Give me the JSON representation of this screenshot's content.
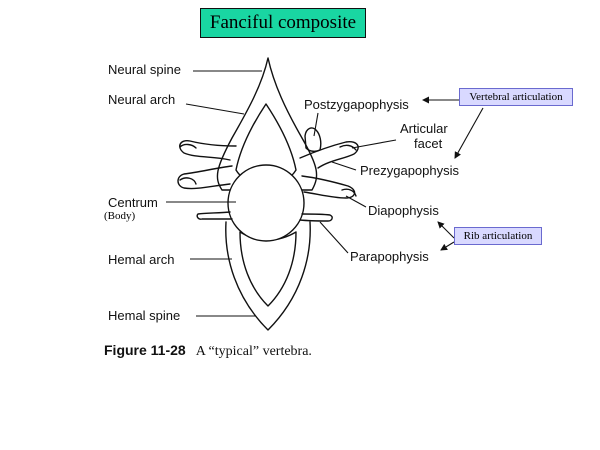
{
  "title": "Fanciful composite",
  "labels": {
    "neural_spine": "Neural spine",
    "neural_arch": "Neural arch",
    "postzygapophysis": "Postzygapophysis",
    "articular_facet_1": "Articular",
    "articular_facet_2": "facet",
    "prezygapophysis": "Prezygapophysis",
    "centrum": "Centrum",
    "body": "(Body)",
    "diapophysis": "Diapophysis",
    "hemal_arch": "Hemal arch",
    "parapophysis": "Parapophysis",
    "hemal_spine": "Hemal spine"
  },
  "callouts": {
    "vertebral_articulation": "Vertebral articulation",
    "rib_articulation": "Rib articulation"
  },
  "caption": {
    "figure": "Figure 11-28",
    "text": "A “typical” vertebra."
  },
  "colors": {
    "title_bg": "#19d6a2",
    "callout_bg": "#d9d9ff",
    "ink": "#111111"
  }
}
